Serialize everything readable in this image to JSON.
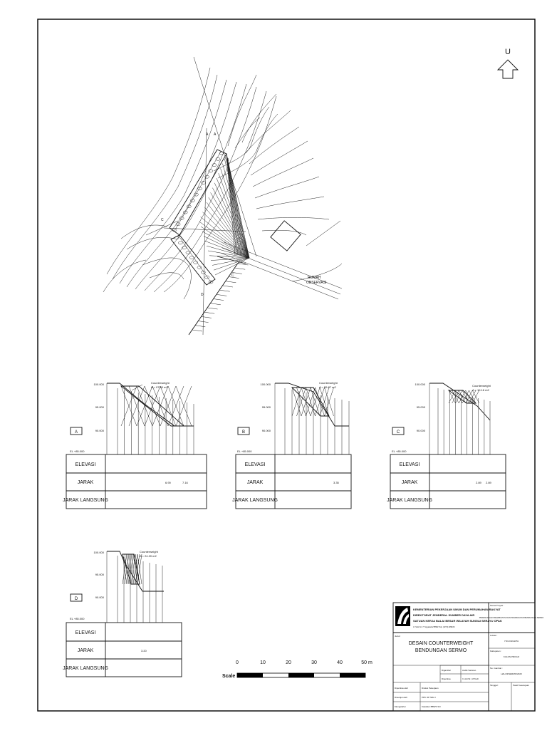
{
  "north": {
    "label": "U"
  },
  "plan": {
    "rumah_label": "RUMAH",
    "observasi_label": "OBSERVASI",
    "section_marks": [
      "A",
      "A",
      "B",
      "C",
      "D",
      "C"
    ]
  },
  "sections": [
    {
      "id": "A",
      "counterweight_label": "Counterweight",
      "area": "A = 97.50 m2",
      "elevations": [
        "100.000",
        "95.000",
        "90.000"
      ],
      "el_base": "EL +85.000",
      "row_labels": [
        "ELEVASI",
        "JARAK",
        "JARAK LANGSUNG"
      ],
      "jarak_end": [
        "6.90",
        "7.16"
      ]
    },
    {
      "id": "B",
      "counterweight_label": "Counterweight",
      "area": "A = 55.87 m2",
      "elevations": [
        "100.000",
        "95.000",
        "90.000"
      ],
      "el_base": "EL +85.000",
      "row_labels": [
        "ELEVASI",
        "JARAK",
        "JARAK LANGSUNG"
      ],
      "jarak_end": [
        "3.35"
      ]
    },
    {
      "id": "C",
      "counterweight_label": "Counterweight",
      "area": "A = 10.16 m2",
      "elevations": [
        "100.000",
        "95.000",
        "90.000"
      ],
      "el_base": "EL +85.000",
      "row_labels": [
        "ELEVASI",
        "JARAK",
        "JARAK LANGSUNG"
      ],
      "jarak_end": [
        "2.89",
        "2.89"
      ]
    },
    {
      "id": "D",
      "counterweight_label": "Counterweight",
      "area": "A = 24.20 m2",
      "elevations": [
        "100.000",
        "95.000",
        "90.000"
      ],
      "el_base": "EL +85.000",
      "row_labels": [
        "ELEVASI",
        "JARAK",
        "JARAK LANGSUNG"
      ],
      "jarak_end": [
        "3.20"
      ]
    }
  ],
  "scale_bar": {
    "ticks": [
      "0",
      "10",
      "20",
      "30",
      "40",
      "50 m"
    ],
    "label": "Scale"
  },
  "title_block": {
    "ministry_lines": [
      "KEMENTERIAN PEKERJAAN UMUM DAN PERUMAHAN RAKYAT",
      "DIREKTORAT JENDERAL SUMBER DAYA AIR",
      "SATUAN KERJA BALAI BESAR WILAYAH SUNGAI SERAYU OPAK"
    ],
    "address": "Jl. Solo Km.7 Yogyakarta 55582 Telp. (0274) 489166",
    "judul_label": "Judul :",
    "title_line1": "DESAIN COUNTERWEIGHT",
    "title_line2": "BENDUNGAN SERMO",
    "proyek_label": "Nama Proyek :",
    "proyek_value": "PERENCANAAN REHABILITASI DAN PENINGKATAN BENDUNGAN SERMO",
    "lokasi_label": "Lokasi :",
    "lokasi_value": "YOGYAKARTA",
    "kabupaten_label": "Kabupaten :",
    "kabupaten_value": "KULON PROGO",
    "no_gambar_label": "No. Gambar :",
    "no_gambar_value": "HAL/23/SERMO/2020",
    "tanggal_label": "Tanggal :",
    "paraf_label": "Paraf Kesetujuan",
    "rows": [
      {
        "role": "Digambar",
        "name": "Andik Santoso"
      },
      {
        "role": "Diperiksa",
        "name": "Ir. Adi W., M.Tech"
      },
      {
        "role": "Diperiksa oleh",
        "name": "Direksi Pekerjaan"
      },
      {
        "role": "Disetujui oleh",
        "name": "PPK OP SDA I"
      },
      {
        "role": "Mengetahui",
        "name": "Kasatker BBWS SO"
      }
    ]
  }
}
